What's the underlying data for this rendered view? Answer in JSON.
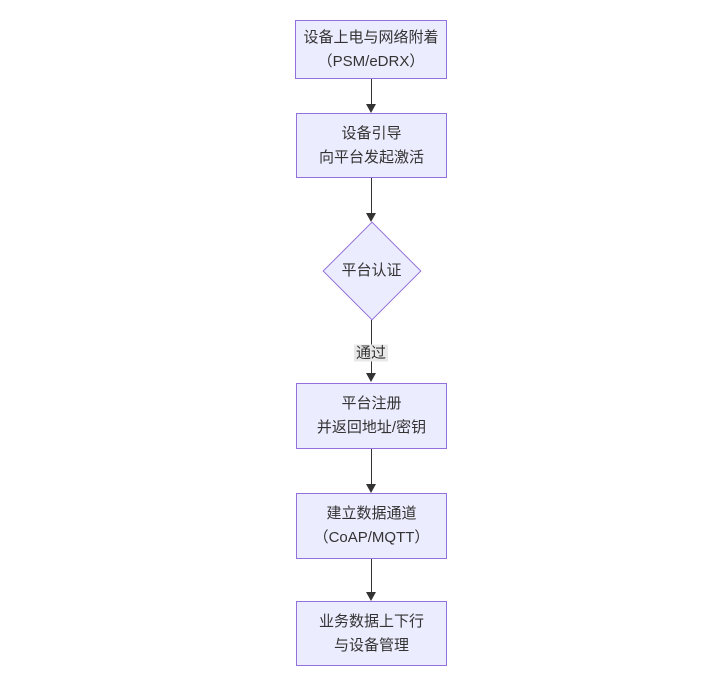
{
  "diagram": {
    "type": "flowchart",
    "direction": "top-down",
    "nodes": [
      {
        "id": "A",
        "shape": "rect",
        "lines": [
          "设备上电与网络附着",
          "（PSM/eDRX）"
        ]
      },
      {
        "id": "B",
        "shape": "rect",
        "lines": [
          "设备引导",
          "向平台发起激活"
        ]
      },
      {
        "id": "C",
        "shape": "diamond",
        "lines": [
          "平台认证"
        ]
      },
      {
        "id": "D",
        "shape": "rect",
        "lines": [
          "平台注册",
          "并返回地址/密钥"
        ]
      },
      {
        "id": "E",
        "shape": "rect",
        "lines": [
          "建立数据通道",
          "（CoAP/MQTT）"
        ]
      },
      {
        "id": "F",
        "shape": "rect",
        "lines": [
          "业务数据上下行",
          "与设备管理"
        ]
      }
    ],
    "edges": [
      {
        "from": "A",
        "to": "B",
        "label": ""
      },
      {
        "from": "B",
        "to": "C",
        "label": ""
      },
      {
        "from": "C",
        "to": "D",
        "label": "通过"
      },
      {
        "from": "D",
        "to": "E",
        "label": ""
      },
      {
        "from": "E",
        "to": "F",
        "label": ""
      }
    ],
    "colors": {
      "node_fill": "#ECECFF",
      "node_border": "#9370DB",
      "edge_line": "#333333",
      "text": "#333333",
      "edge_label_bg": "#e8e8e8",
      "background": "#ffffff"
    }
  }
}
